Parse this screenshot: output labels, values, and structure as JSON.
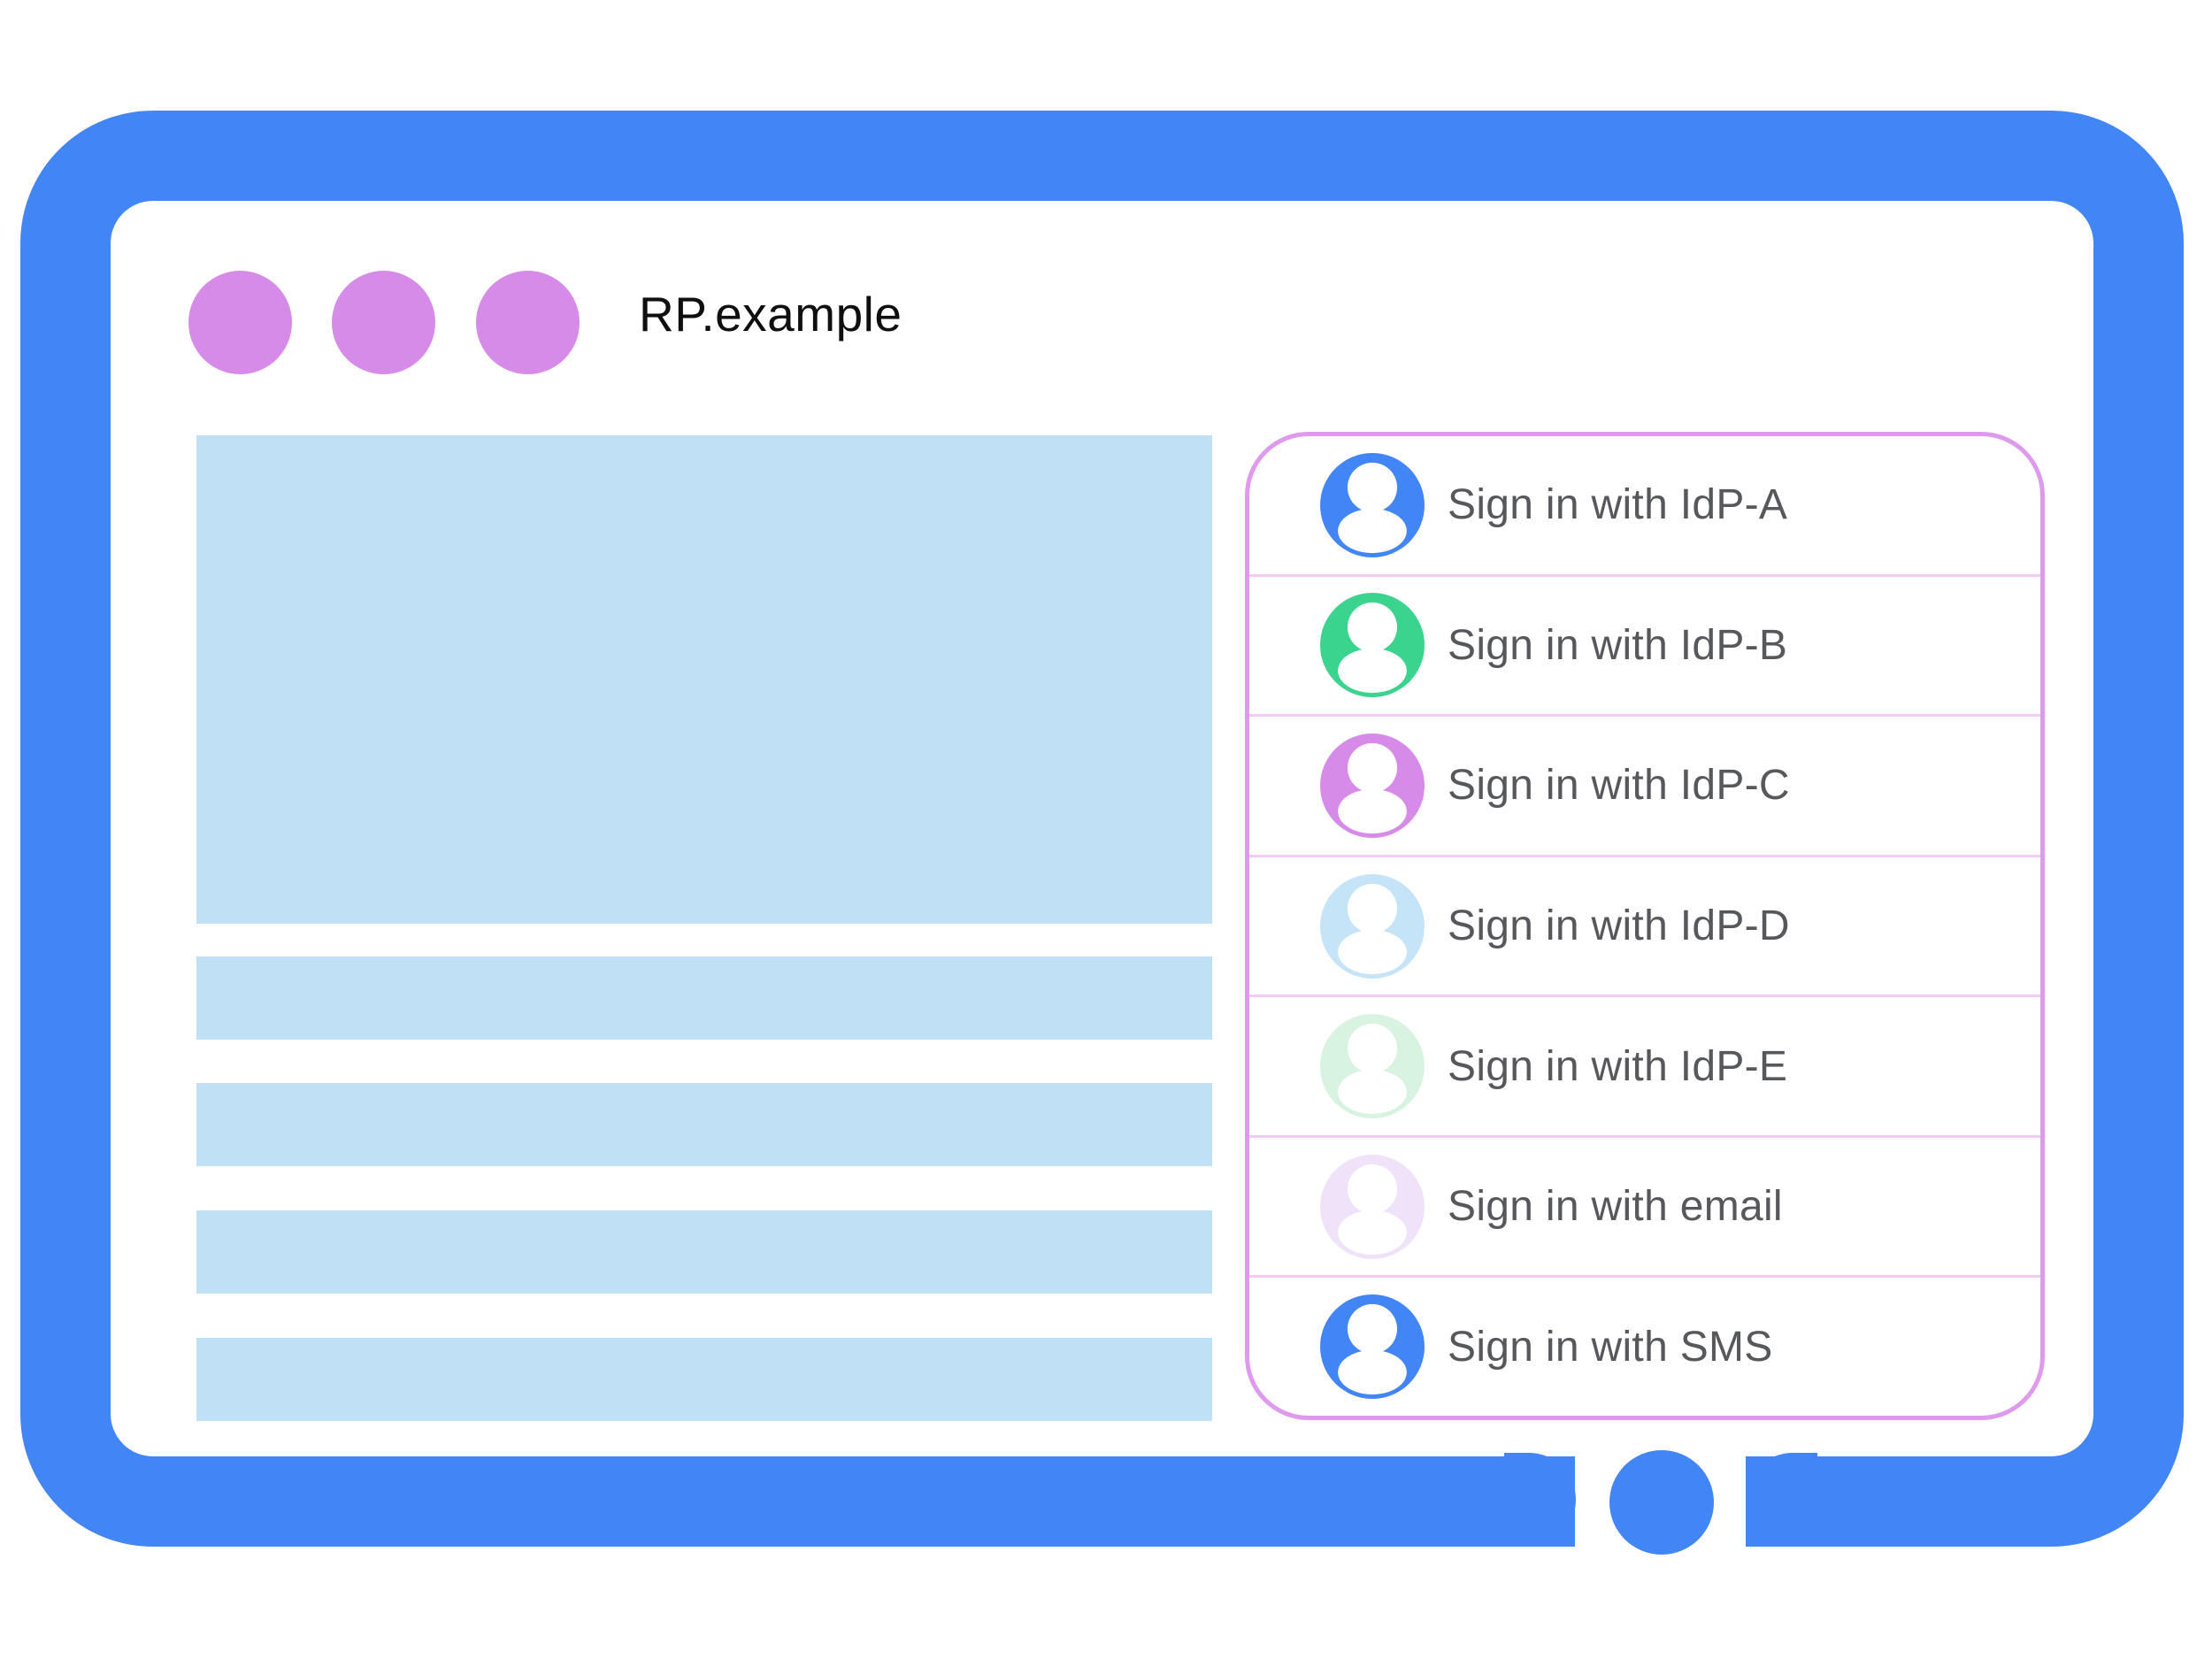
{
  "window": {
    "title": "RP.example",
    "frame_color": "#4285F4",
    "traffic_dot_color": "#D78BE9"
  },
  "content": {
    "placeholder_color": "#BFE0F5"
  },
  "signin_panel": {
    "border_color": "#DE9AED",
    "separator_color": "#F3C9F5",
    "label_color": "#56585B",
    "options": [
      {
        "label": "Sign in with IdP-A",
        "icon": "user-avatar-icon",
        "avatar_color": "#4285F4"
      },
      {
        "label": "Sign in with IdP-B",
        "icon": "user-avatar-icon",
        "avatar_color": "#3BD48F"
      },
      {
        "label": "Sign in with IdP-C",
        "icon": "user-avatar-icon",
        "avatar_color": "#D78BE9"
      },
      {
        "label": "Sign in with IdP-D",
        "icon": "user-avatar-icon",
        "avatar_color": "#C6E4F8"
      },
      {
        "label": "Sign in with IdP-E",
        "icon": "user-avatar-icon",
        "avatar_color": "#D9F3E1"
      },
      {
        "label": "Sign in with email",
        "icon": "user-avatar-icon",
        "avatar_color": "#F0E2F8"
      },
      {
        "label": "Sign in with SMS",
        "icon": "user-avatar-icon",
        "avatar_color": "#4285F4"
      }
    ]
  }
}
